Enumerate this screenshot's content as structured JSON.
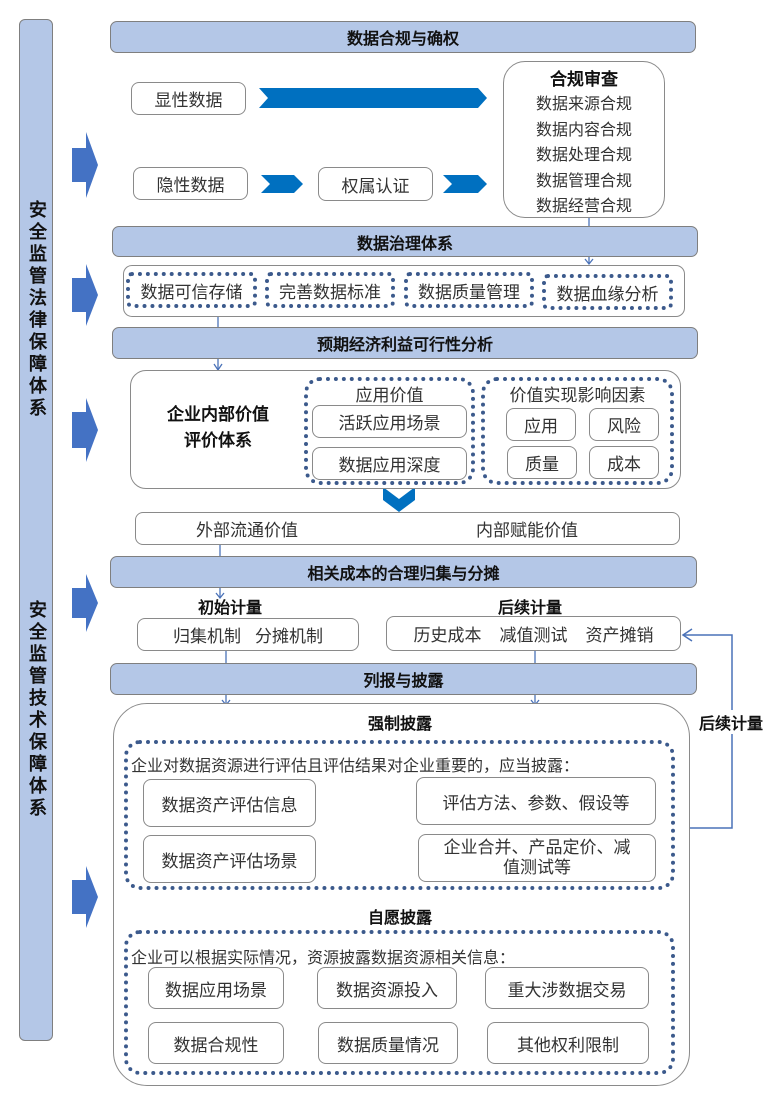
{
  "side_labels": {
    "legal": "安全监管法律保障体系",
    "tech": "安全监管技术保障体系"
  },
  "sections": {
    "compliance": {
      "title": "数据合规与确权",
      "explicit_data": "显性数据",
      "implicit_data": "隐性数据",
      "ownership_cert": "权属认证",
      "review": {
        "title": "合规审查",
        "items": [
          "数据来源合规",
          "数据内容合规",
          "数据处理合规",
          "数据管理合规",
          "数据经营合规"
        ]
      }
    },
    "governance": {
      "title": "数据治理体系",
      "items": [
        "数据可信存储",
        "完善数据标准",
        "数据质量管理",
        "数据血缘分析"
      ]
    },
    "feasibility": {
      "title": "预期经济利益可行性分析",
      "internal_system": [
        "企业内部价值",
        "评价体系"
      ],
      "app_value": {
        "title": "应用价值",
        "items": [
          "活跃应用场景",
          "数据应用深度"
        ]
      },
      "factors": {
        "title": "价值实现影响因素",
        "items": [
          "应用",
          "风险",
          "质量",
          "成本"
        ]
      },
      "external_value": "外部流通价值",
      "internal_value": "内部赋能价值"
    },
    "cost": {
      "title": "相关成本的合理归集与分摊",
      "initial": {
        "title": "初始计量",
        "items": [
          "归集机制",
          "分摊机制"
        ]
      },
      "subsequent": {
        "title": "后续计量",
        "items": [
          "历史成本",
          "减值测试",
          "资产摊销"
        ]
      },
      "loop_label": "后续计量"
    },
    "disclosure": {
      "title": "列报与披露",
      "mandatory": {
        "title": "强制披露",
        "note": "企业对数据资源进行评估且评估结果对企业重要的，应当披露：",
        "left": [
          "数据资产评估信息",
          "数据资产评估场景"
        ],
        "right": [
          "评估方法、参数、假设等",
          "企业合并、产品定价、减值测试等"
        ]
      },
      "voluntary": {
        "title": "自愿披露",
        "note": "企业可以根据实际情况，资源披露数据资源相关信息：",
        "items": [
          "数据应用场景",
          "数据资源投入",
          "重大涉数据交易",
          "数据合规性",
          "数据质量情况",
          "其他权利限制"
        ]
      }
    }
  },
  "colors": {
    "bar_fill": "#b4c7e7",
    "chevron_blue": "#0070c0",
    "block_arrow": "#4472c4",
    "dotted_border": "#3c5a8c",
    "connector": "#4a72b8"
  }
}
